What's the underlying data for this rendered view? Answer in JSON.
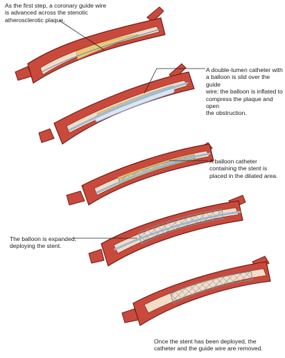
{
  "colors": {
    "artery": "#c94a3c",
    "artery_dark": "#8e2a22",
    "artery_edge": "#6e1d17",
    "lumen": "#f3ddc6",
    "plaque": "#ecc77a",
    "catheter": "#9db7d3",
    "stent": "#7f8c97",
    "leader": "#222222"
  },
  "steps": [
    {
      "caption": "As the first step, a coronary guide wire\nis advanced across the stenotic\natherosclerotic plaque.",
      "stage": "guide-wire"
    },
    {
      "caption": "A double-lumen catheter with\na balloon is slid over the guide\nwire; the balloon is inflated to\ncompress the plaque and open\nthe obstruction.",
      "stage": "balloon-inflation"
    },
    {
      "caption": "A balloon catheter\ncontaining the stent is\nplaced in the dilated area.",
      "stage": "stent-placement"
    },
    {
      "caption": "The balloon is expanded,\ndeploying the stent.",
      "stage": "stent-expansion"
    },
    {
      "caption": "Once the stent has been deployed, the\ncatheter and the guide wire are removed.",
      "stage": "stent-deployed"
    }
  ]
}
